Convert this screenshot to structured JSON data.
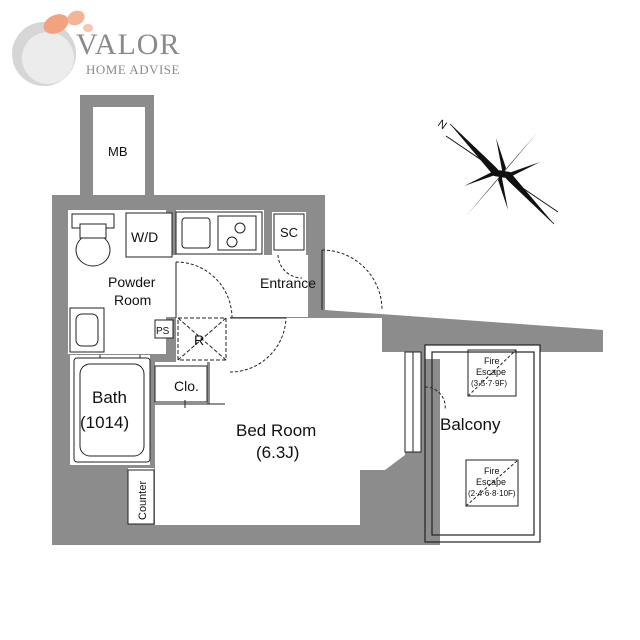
{
  "logo": {
    "name": "VALOR",
    "tagline": "HOME ADVISE"
  },
  "compass": {
    "north_label": "N"
  },
  "rooms": {
    "mb": "MB",
    "wd": "W/D",
    "sc": "SC",
    "powder_line1": "Powder",
    "powder_line2": "Room",
    "entrance": "Entrance",
    "ps": "PS",
    "r": "R",
    "bath_line1": "Bath",
    "bath_line2": "(1014)",
    "clo": "Clo.",
    "bedroom_line1": "Bed Room",
    "bedroom_line2": "(6.3J)",
    "counter": "Counter",
    "balcony": "Balcony"
  },
  "fire_escape_1": {
    "line1": "Fire",
    "line2": "Escape",
    "line3": "(3·5·7·9F)"
  },
  "fire_escape_2": {
    "line1": "Fire",
    "line2": "Escape",
    "line3": "(2·4·6·8·10F)"
  },
  "colors": {
    "wall": "#8c8c8c",
    "line": "#222222",
    "logo_orange": "#f0a07a",
    "logo_grey": "#d0d0d0"
  }
}
